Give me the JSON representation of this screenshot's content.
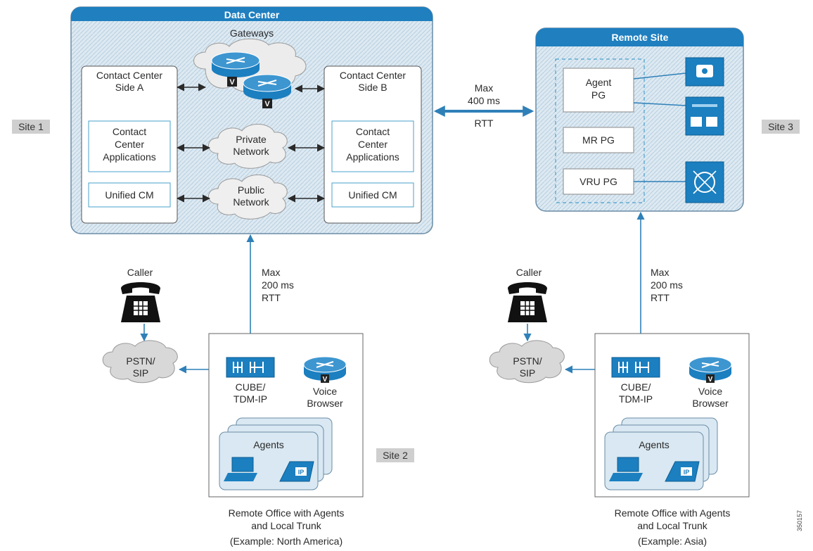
{
  "data_center": {
    "title": "Data Center",
    "gateways_label": "Gateways",
    "side_a": {
      "title_line1": "Contact Center",
      "title_line2": "Side A",
      "apps_line1": "Contact",
      "apps_line2": "Center",
      "apps_line3": "Applications",
      "ucm": "Unified CM"
    },
    "side_b": {
      "title_line1": "Contact Center",
      "title_line2": "Side B",
      "apps_line1": "Contact",
      "apps_line2": "Center",
      "apps_line3": "Applications",
      "ucm": "Unified CM"
    },
    "private_network_line1": "Private",
    "private_network_line2": "Network",
    "public_network_line1": "Public",
    "public_network_line2": "Network"
  },
  "remote_site": {
    "title": "Remote Site",
    "agent_pg_line1": "Agent",
    "agent_pg_line2": "PG",
    "mr_pg": "MR PG",
    "vru_pg": "VRU PG"
  },
  "site_labels": {
    "site1": "Site 1",
    "site2": "Site 2",
    "site3": "Site 3"
  },
  "links": {
    "dc_remote_line1": "Max",
    "dc_remote_line2": "400 ms",
    "dc_remote_line3": "RTT",
    "dc_office_line1": "Max",
    "dc_office_line2": "200 ms",
    "dc_office_line3": "RTT",
    "remote_office_line1": "Max",
    "remote_office_line2": "200 ms",
    "remote_office_line3": "RTT"
  },
  "office_na": {
    "caller": "Caller",
    "pstn_line1": "PSTN/",
    "pstn_line2": "SIP",
    "cube_line1": "CUBE/",
    "cube_line2": "TDM-IP",
    "voice_line1": "Voice",
    "voice_line2": "Browser",
    "agents": "Agents",
    "caption_line1": "Remote Office with Agents",
    "caption_line2": "and Local Trunk",
    "caption_line3": "(Example: North America)"
  },
  "office_asia": {
    "caller": "Caller",
    "pstn_line1": "PSTN/",
    "pstn_line2": "SIP",
    "cube_line1": "CUBE/",
    "cube_line2": "TDM-IP",
    "voice_line1": "Voice",
    "voice_line2": "Browser",
    "agents": "Agents",
    "caption_line1": "Remote Office with Agents",
    "caption_line2": "and Local Trunk",
    "caption_line3": "(Example: Asia)"
  },
  "figure_id": "350157",
  "colors": {
    "header_blue": "#1f7fbf",
    "panel_fill": "#d9e8f2",
    "device_blue": "#1b7fc0",
    "link_blue": "#2f80b8",
    "site_tag_bg": "#cfcfcf"
  }
}
